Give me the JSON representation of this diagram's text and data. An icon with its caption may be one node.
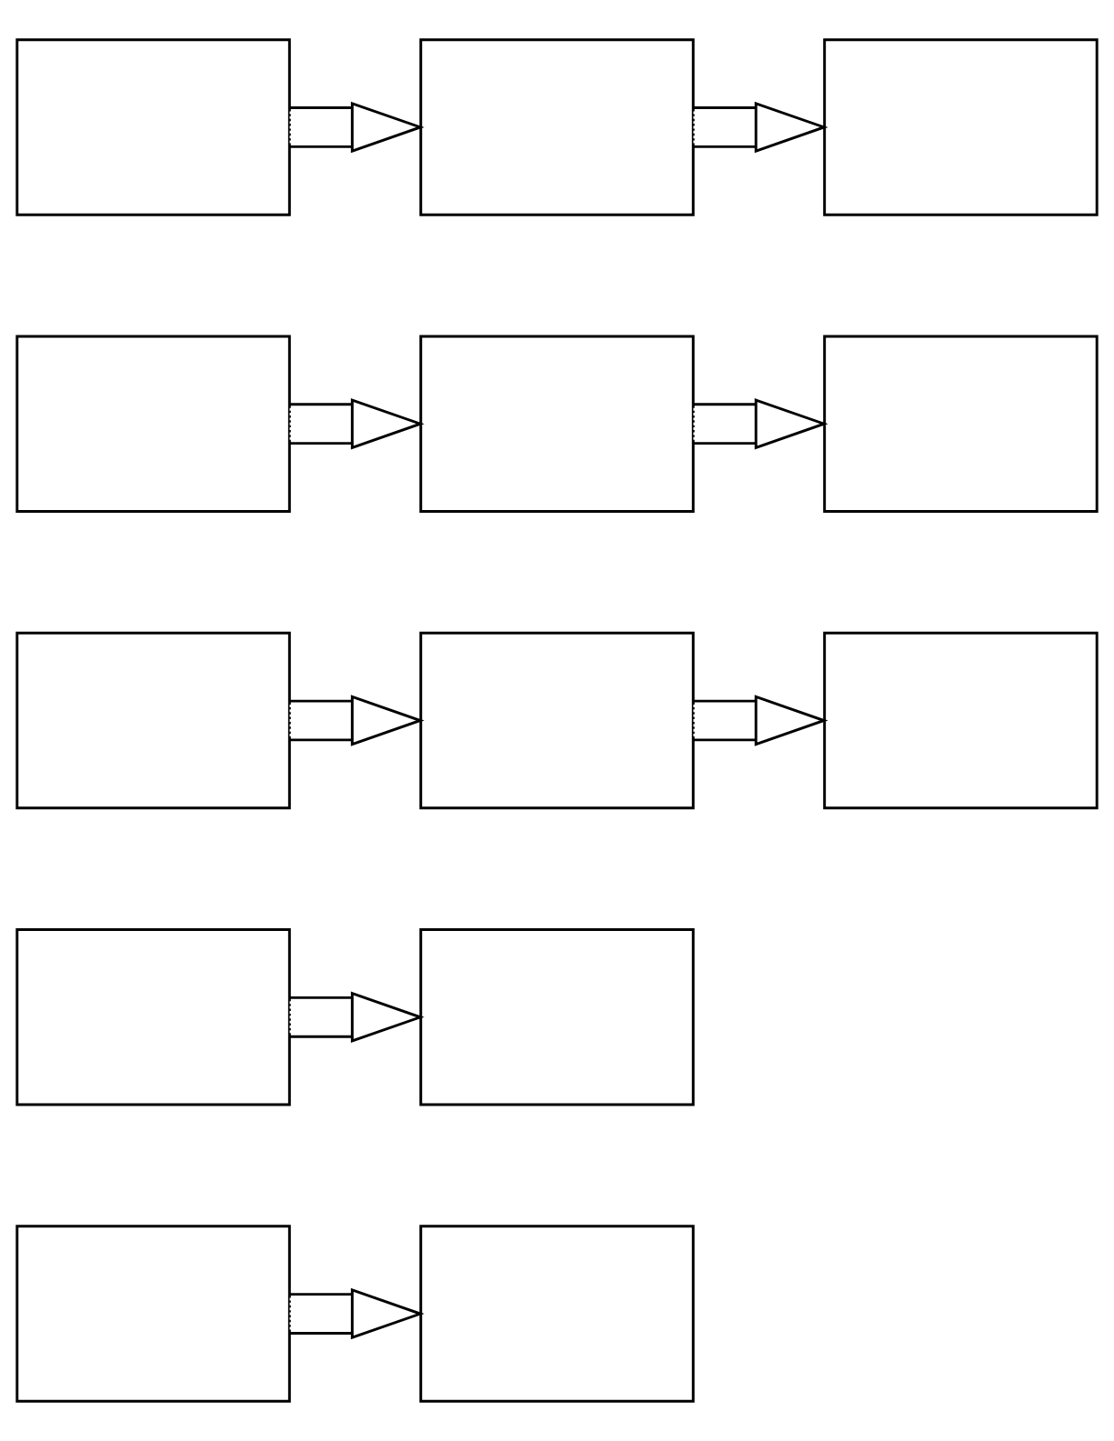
{
  "diagram": {
    "nodes": [
      {
        "text": [],
        "shape": "box"
      },
      {
        "text": [],
        "shape": "box"
      },
      {
        "text": [],
        "shape": "box"
      },
      {
        "text": [],
        "shape": "box"
      },
      {
        "text": [],
        "shape": "box"
      },
      {
        "text": [],
        "shape": "box"
      },
      {
        "text": [],
        "shape": "box"
      },
      {
        "text": [],
        "shape": "box"
      },
      {
        "text": [],
        "shape": "box"
      },
      {
        "text": [],
        "shape": "box"
      },
      {
        "text": [],
        "shape": "box"
      },
      {
        "text": [],
        "shape": "box"
      },
      {
        "text": [],
        "shape": "box"
      }
    ],
    "edges": [
      {
        "from": 0,
        "to": 1,
        "arrow": "to"
      },
      {
        "from": 1,
        "to": 2,
        "arrow": "to"
      },
      {
        "from": 3,
        "to": 4,
        "arrow": "to"
      },
      {
        "from": 4,
        "to": 5,
        "arrow": "to"
      },
      {
        "from": 6,
        "to": 7,
        "arrow": "to"
      },
      {
        "from": 7,
        "to": 8,
        "arrow": "to"
      },
      {
        "from": 9,
        "to": 10,
        "arrow": "to"
      },
      {
        "from": 11,
        "to": 12,
        "arrow": "to"
      }
    ]
  }
}
